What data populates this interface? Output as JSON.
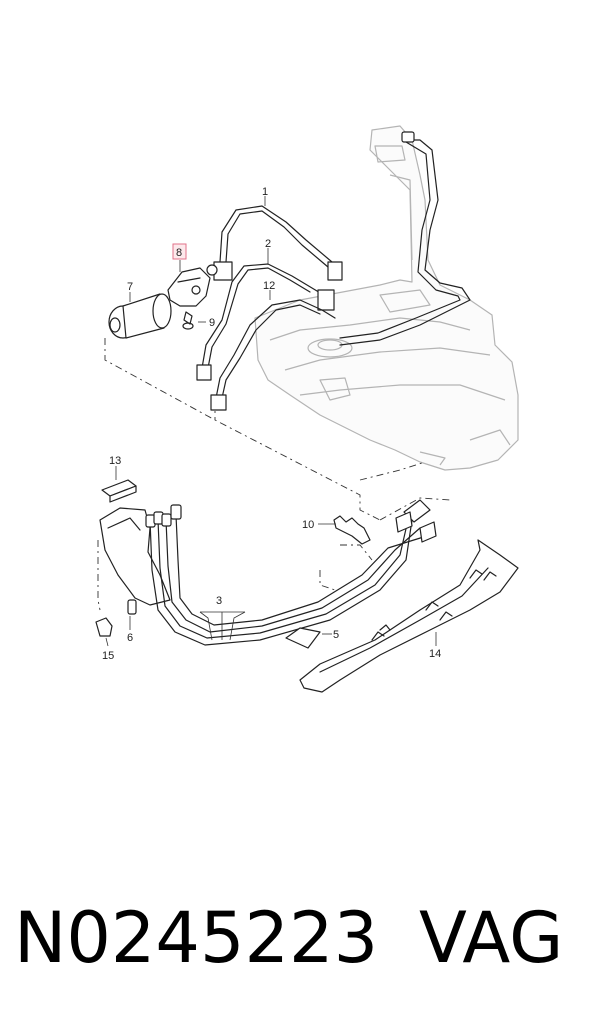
{
  "diagram": {
    "callouts": {
      "c1": "1",
      "c2": "2",
      "c3": "3",
      "c5": "5",
      "c6": "6",
      "c7": "7",
      "c8": "8",
      "c9": "9",
      "c10": "10",
      "c12": "12",
      "c13": "13",
      "c14": "14",
      "c15": "15"
    },
    "highlighted_callout": "8",
    "highlight_color": "#e1728a"
  },
  "footer": {
    "part_number": "N0245223",
    "brand": "VAG"
  }
}
